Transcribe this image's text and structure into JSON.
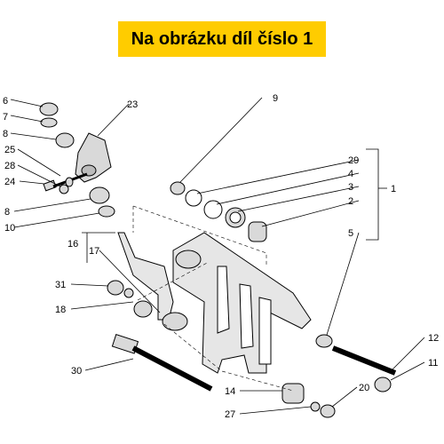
{
  "banner": {
    "text": "Na obrázku díl číslo 1"
  },
  "callouts": {
    "c6": "6",
    "c7": "7",
    "c8a": "8",
    "c25": "25",
    "c28": "28",
    "c24": "24",
    "c8b": "8",
    "c10": "10",
    "c23": "23",
    "c9": "9",
    "c29": "29",
    "c4": "4",
    "c3": "3",
    "c2": "2",
    "c1": "1",
    "c5": "5",
    "c16": "16",
    "c17": "17",
    "c31": "31",
    "c18": "18",
    "c30": "30",
    "c14": "14",
    "c27": "27",
    "c20": "20",
    "c12": "12",
    "c11": "11"
  },
  "colors": {
    "banner": "#ffcc00",
    "ink": "#000000",
    "shade": "#d9d9d9"
  }
}
